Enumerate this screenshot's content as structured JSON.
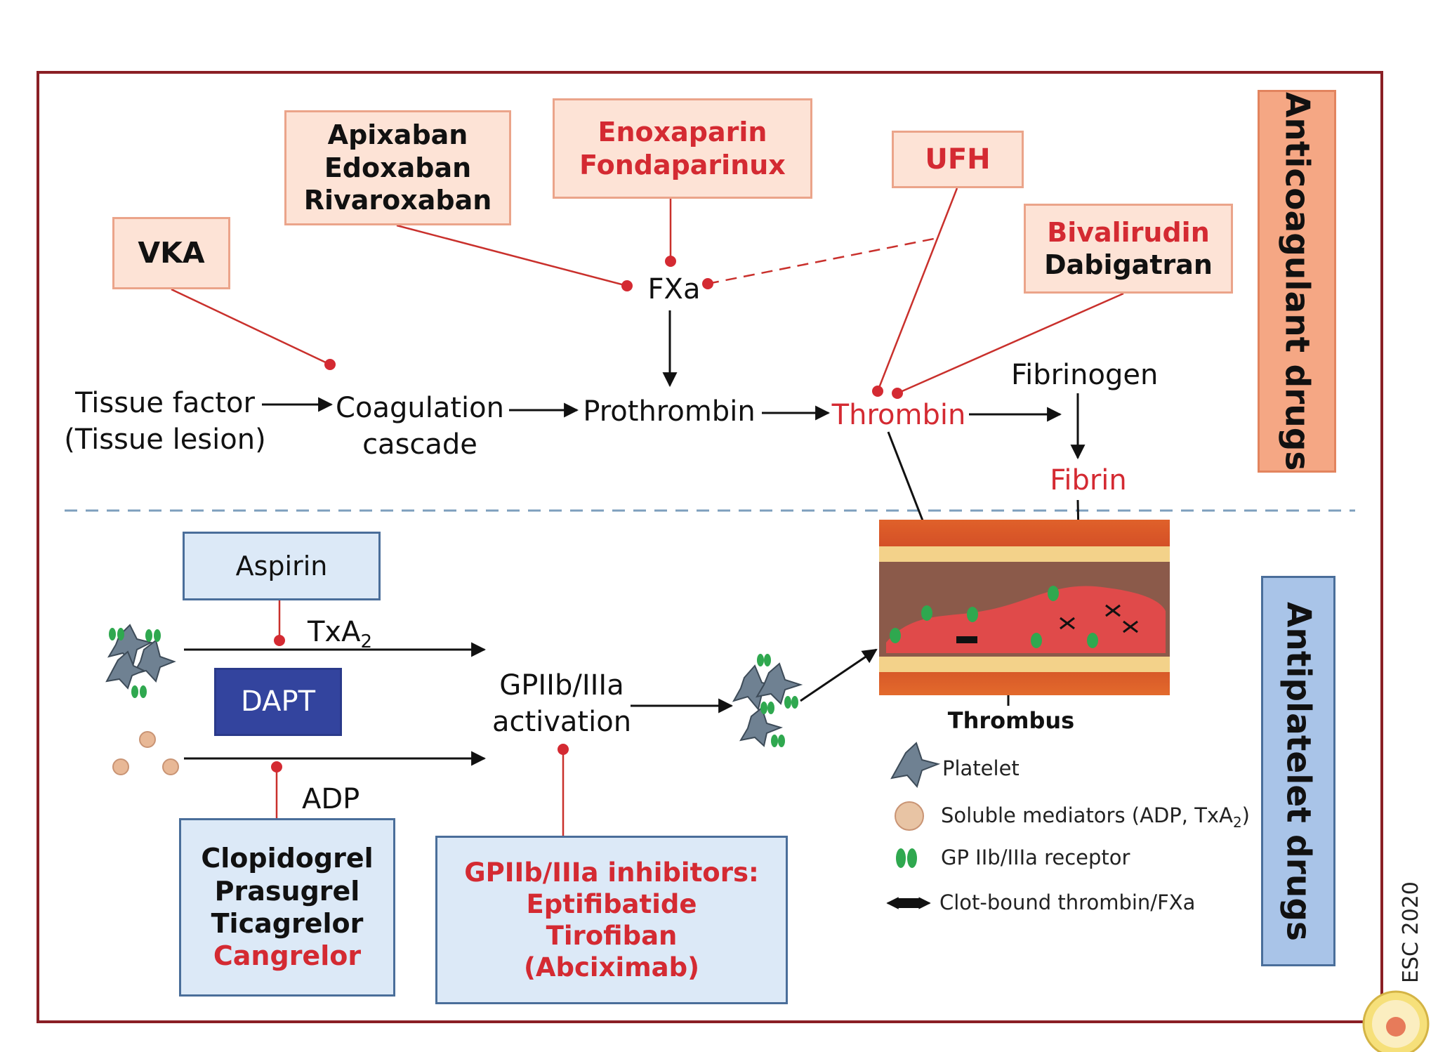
{
  "colors": {
    "frame": "#8a1f25",
    "drug_red": "#d42a32",
    "peach_fill": "#fde3d6",
    "blue_fill": "#dce9f7",
    "navy": "#33449e",
    "divider": "#7d9fbd",
    "inhibition_dot": "#d42a32"
  },
  "anticoagulant": {
    "side_label": "Anticoagulant drugs",
    "boxes": {
      "vka": [
        "VKA"
      ],
      "fxa_oral": [
        "Apixaban",
        "Edoxaban",
        "Rivaroxaban"
      ],
      "lmwh": [
        "Enoxaparin",
        "Fondaparinux"
      ],
      "ufh": [
        "UFH"
      ],
      "dti": [
        "Bivalirudin",
        "Dabigatran"
      ]
    },
    "nodes": {
      "tissue_factor": [
        "Tissue factor",
        "(Tissue lesion)"
      ],
      "coagulation": [
        "Coagulation",
        "cascade"
      ],
      "prothrombin": "Prothrombin",
      "thrombin": "Thrombin",
      "fxa": "FXa",
      "fibrinogen": "Fibrinogen",
      "fibrin": "Fibrin"
    }
  },
  "antiplatelet": {
    "side_label": "Antiplatelet drugs",
    "aspirin": "Aspirin",
    "dapt": "DAPT",
    "txa2": {
      "base": "TxA",
      "sub": "2"
    },
    "adp": "ADP",
    "gp_activation": [
      "GPIIb/IIIa",
      "activation"
    ],
    "p2y12": [
      "Clopidogrel",
      "Prasugrel",
      "Ticagrelor",
      "Cangrelor"
    ],
    "gp_inhibitors": [
      "GPIIb/IIIa inhibitors:",
      "Eptifibatide",
      "Tirofiban",
      "(Abciximab)"
    ],
    "thrombus": "Thrombus"
  },
  "legend": {
    "platelet": "Platelet",
    "soluble": {
      "base": "Soluble mediators (ADP, TxA",
      "sub": "2",
      "tail": ")"
    },
    "receptor": "GP IIb/IIIa receptor",
    "clot": "Clot-bound thrombin/FXa"
  },
  "copyright": "ESC 2020"
}
